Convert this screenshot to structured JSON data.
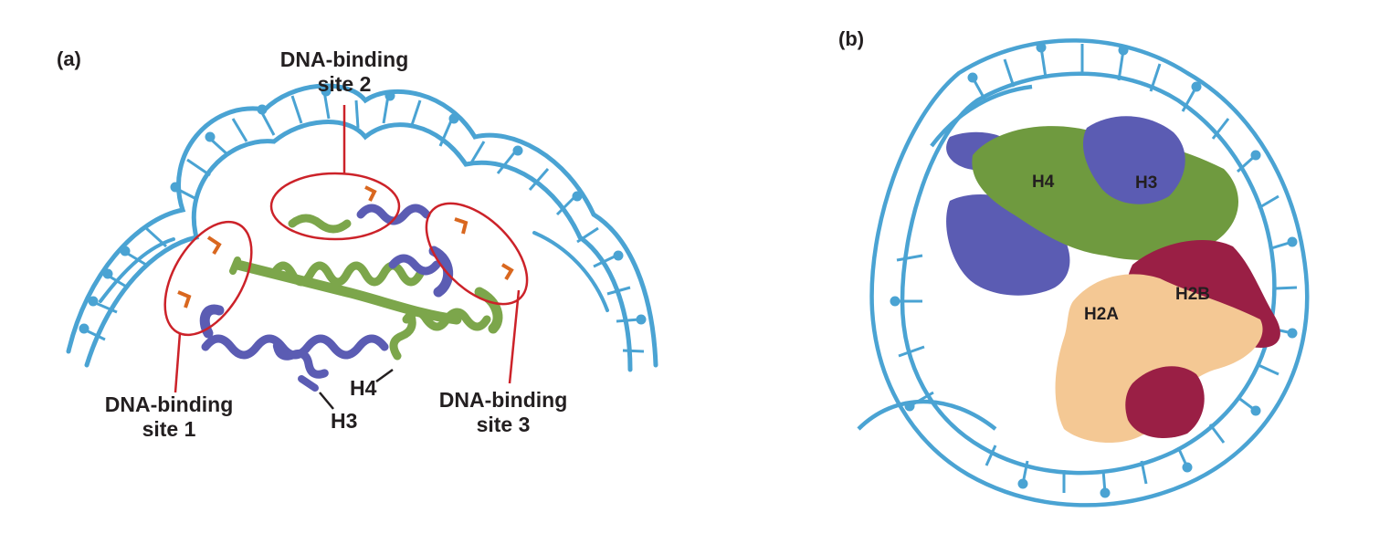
{
  "panel_a": {
    "letter": "(a)",
    "site1": {
      "line1": "DNA-binding",
      "line2": "site 1"
    },
    "site2": {
      "line1": "DNA-binding",
      "line2": "site 2"
    },
    "site3": {
      "line1": "DNA-binding",
      "line2": "site 3"
    },
    "h3_label": "H3",
    "h4_label": "H4"
  },
  "panel_b": {
    "letter": "(b)",
    "h4_label": "H4",
    "h3_label": "H3",
    "h2a_label": "H2A",
    "h2b_label": "H2B"
  },
  "colors": {
    "dna": "#4aa3d3",
    "h3": "#5b5cb3",
    "h4": "#6f9a3f",
    "h2a": "#f4c894",
    "h2b": "#9a1f45",
    "binding_circle": "#cc2229",
    "binding_residue": "#d9671f"
  }
}
